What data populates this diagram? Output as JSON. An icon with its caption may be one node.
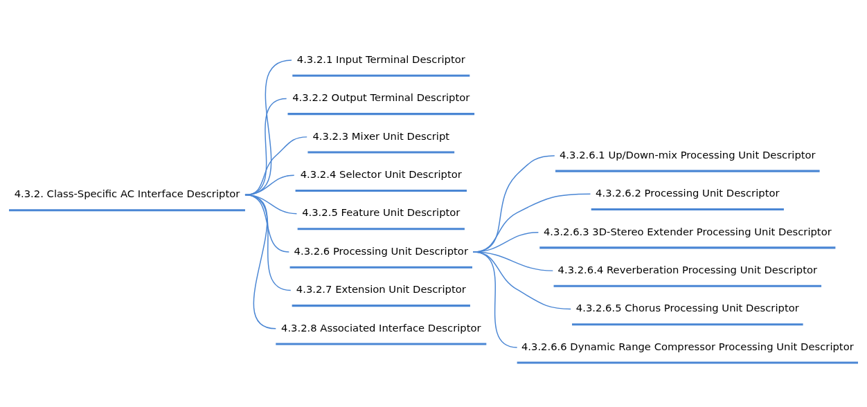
{
  "diagram": {
    "nodes": [
      {
        "text": [
          "4.3.2. Class-Specific AC Interface Descriptor"
        ]
      },
      {
        "text": [
          "4.3.2.1 Input Terminal Descriptor"
        ]
      },
      {
        "text": [
          "4.3.2.2 Output Terminal Descriptor"
        ]
      },
      {
        "text": [
          "4.3.2.3 Mixer Unit Descript"
        ]
      },
      {
        "text": [
          "4.3.2.4 Selector Unit Descriptor"
        ]
      },
      {
        "text": [
          "4.3.2.5 Feature Unit Descriptor"
        ]
      },
      {
        "text": [
          "4.3.2.6 Processing Unit Descriptor"
        ]
      },
      {
        "text": [
          "4.3.2.6.1 Up/Down-mix Processing Unit Descriptor"
        ]
      },
      {
        "text": [
          "4.3.2.6.2 Processing Unit Descriptor"
        ]
      },
      {
        "text": [
          "4.3.2.6.3 3D-Stereo Extender Processing Unit Descriptor"
        ]
      },
      {
        "text": [
          "4.3.2.6.4 Reverberation Processing Unit Descriptor"
        ]
      },
      {
        "text": [
          "4.3.2.6.5 Chorus Processing Unit Descriptor"
        ]
      },
      {
        "text": [
          "4.3.2.6.6 Dynamic Range Compressor Processing Unit Descriptor"
        ]
      },
      {
        "text": [
          "4.3.2.7 Extension Unit Descriptor"
        ]
      },
      {
        "text": [
          "4.3.2.8 Associated Interface Descriptor"
        ]
      }
    ],
    "edges": [
      {
        "from": 0,
        "to": 1,
        "arrow": "none"
      },
      {
        "from": 0,
        "to": 2,
        "arrow": "none"
      },
      {
        "from": 0,
        "to": 3,
        "arrow": "none"
      },
      {
        "from": 0,
        "to": 4,
        "arrow": "none"
      },
      {
        "from": 0,
        "to": 5,
        "arrow": "none"
      },
      {
        "from": 0,
        "to": 6,
        "arrow": "none"
      },
      {
        "from": 6,
        "to": 7,
        "arrow": "none"
      },
      {
        "from": 6,
        "to": 8,
        "arrow": "none"
      },
      {
        "from": 6,
        "to": 9,
        "arrow": "none"
      },
      {
        "from": 6,
        "to": 10,
        "arrow": "none"
      },
      {
        "from": 6,
        "to": 11,
        "arrow": "none"
      },
      {
        "from": 6,
        "to": 12,
        "arrow": "none"
      },
      {
        "from": 0,
        "to": 13,
        "arrow": "none"
      },
      {
        "from": 0,
        "to": 14,
        "arrow": "none"
      }
    ]
  }
}
